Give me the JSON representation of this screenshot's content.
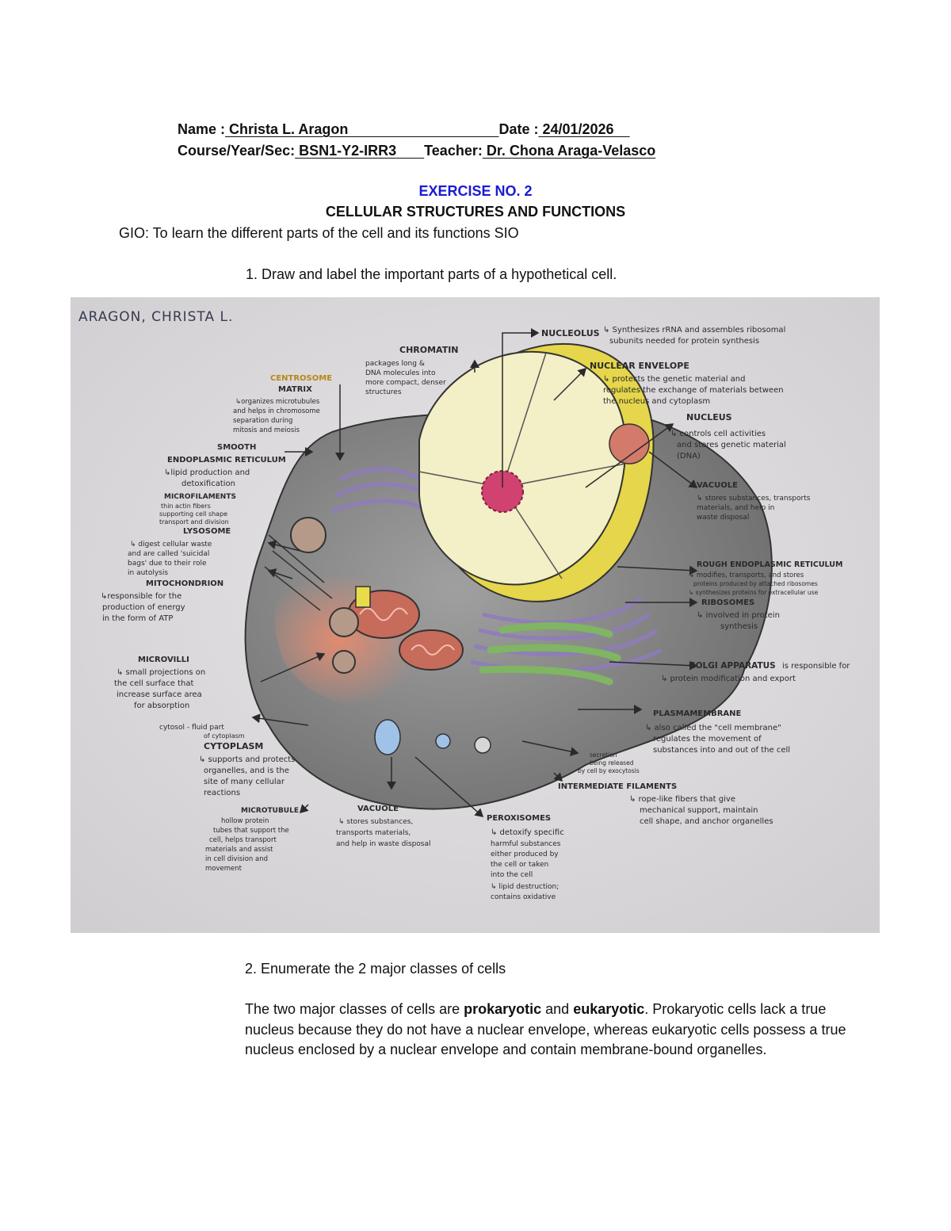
{
  "header": {
    "name_label": "Name :",
    "name_value": "Christa L. Aragon",
    "date_label": "Date :",
    "date_value": "24/01/2026",
    "course_label": "Course/Year/Sec:",
    "course_value": "BSN1-Y2-IRR3",
    "teacher_label": "Teacher:",
    "teacher_value": "Dr. Chona Araga-Velasco"
  },
  "exercise": {
    "number": "EXERCISE NO. 2",
    "title": "CELLULAR STRUCTURES AND FUNCTIONS",
    "gio": "GIO: To learn the different parts of the cell and its functions SIO",
    "q1": "1. Draw and label the important parts of a hypothetical cell.",
    "q2": "2. Enumerate the 2 major classes of cells"
  },
  "answer": {
    "part1": "The two major classes of cells are ",
    "bold1": "prokaryotic",
    "part2": " and ",
    "bold2": "eukaryotic",
    "part3": ". Prokaryotic cells lack a true nucleus because they do not have a nuclear envelope, whereas eukaryotic cells possess a true nucleus enclosed by a nuclear envelope and contain membrane-bound organelles."
  },
  "drawing": {
    "author": "ARAGON, CHRISTA L.",
    "colors": {
      "paper": "#dedcdf",
      "cytoplasm": "#8a8a8a",
      "nucleus": "#f3efc6",
      "nucleolus": "#d0426f",
      "envelope": "#e6d34c",
      "er": "#9b86c8",
      "golgi": "#86b86a",
      "mito": "#c76b5a",
      "vacuole": "#9fc2e6"
    },
    "labels": {
      "nucleolus": {
        "title": "NUCLEOLUS",
        "desc1": "↳ Synthesizes rRNA and assembles ribosomal",
        "desc2": "subunits needed for protein synthesis"
      },
      "chromatin": {
        "title": "CHROMATIN",
        "desc1": "packages long &",
        "desc2": "DNA molecules into",
        "desc3": "more compact, denser",
        "desc4": "structures"
      },
      "nuclear_envelope": {
        "title": "NUCLEAR ENVELOPE",
        "desc1": "↳ protects the genetic material and",
        "desc2": "regulates the exchange of materials between",
        "desc3": "the nucleus and cytoplasm"
      },
      "nucleus": {
        "title": "NUCLEUS",
        "desc1": "↳ controls cell activities",
        "desc2": "and stores genetic material",
        "desc3": "(DNA)"
      },
      "vacuole_right": {
        "title": "VACUOLE",
        "desc1": "↳ stores substances, transports",
        "desc2": "materials, and help in",
        "desc3": "waste disposal"
      },
      "centrosome": {
        "title1": "CENTROSOME",
        "title2": "MATRIX",
        "desc1": "↳organizes microtubules",
        "desc2": "and helps in chromosome",
        "desc3": "separation during",
        "desc4": "mitosis and meiosis"
      },
      "smooth_er": {
        "title1": "SMOOTH",
        "title2": "ENDOPLASMIC RETICULUM",
        "desc1": "↳lipid production and",
        "desc2": "detoxification"
      },
      "microfilaments": {
        "title": "MICROFILAMENTS",
        "desc1": "thin actin fibers",
        "desc2": "supporting cell shape",
        "desc3": "transport and division"
      },
      "lysosome": {
        "title": "LYSOSOME",
        "desc1": "↳ digest cellular waste",
        "desc2": "and are called 'suicidal",
        "desc3": "bags' due to their role",
        "desc4": "in autolysis"
      },
      "mitochondrion": {
        "title": "MITOCHONDRION",
        "desc1": "↳responsible for the",
        "desc2": "production of energy",
        "desc3": "in the form of ATP"
      },
      "rough_er": {
        "title": "ROUGH ENDOPLASMIC RETICULUM",
        "desc1": "↳ modifies, transports, and stores",
        "desc2": "proteins produced by attached ribosomes",
        "desc3": "↳ synthesizes proteins for extracellular use"
      },
      "ribosomes": {
        "title": "RIBOSOMES",
        "desc1": "↳ involved in protein",
        "desc2": "synthesis"
      },
      "microvilli": {
        "title": "MICROVILLI",
        "desc1": "↳ small projections on",
        "desc2": "the cell surface that",
        "desc3": "increase surface area",
        "desc4": "for absorption"
      },
      "golgi": {
        "title": "GOLGI APPARATUS",
        "desc0": "is responsible for",
        "desc1": "↳ protein modification and export"
      },
      "cytosol": {
        "desc1": "cytosol - fluid part",
        "desc2": "of cytoplasm"
      },
      "cytoplasm": {
        "title": "CYTOPLASM",
        "desc1": "↳ supports and protects",
        "desc2": "organelles, and is the",
        "desc3": "site of many cellular",
        "desc4": "reactions"
      },
      "plasma_membrane": {
        "title": "PLASMAMEMBRANE",
        "desc1": "↳ also called the \"cell membrane\"",
        "desc2": "regulates the movement of",
        "desc3": "substances into and out of the cell"
      },
      "secretion": {
        "desc1": "secretion",
        "desc2": "being released",
        "desc3": "by cell by exocytosis"
      },
      "intermediate": {
        "title": "INTERMEDIATE FILAMENTS",
        "desc1": "↳ rope-like fibers that give",
        "desc2": "mechanical support, maintain",
        "desc3": "cell shape, and anchor organelles"
      },
      "microtubule": {
        "title": "MICROTUBULE",
        "desc1": "hollow protein",
        "desc2": "tubes that support the",
        "desc3": "cell, helps transport",
        "desc4": "materials and assist",
        "desc5": "in cell division and",
        "desc6": "movement"
      },
      "vacuole_bottom": {
        "title": "VACUOLE",
        "desc1": "↳ stores substances,",
        "desc2": "transports materials,",
        "desc3": "and help in waste disposal"
      },
      "peroxisomes": {
        "title": "PEROXISOMES",
        "desc1": "↳ detoxify specific",
        "desc2": "harmful substances",
        "desc3": "either produced by",
        "desc4": "the cell or taken",
        "desc5": "into the cell",
        "desc6": "↳ lipid destruction;",
        "desc7": "contains oxidative"
      }
    }
  }
}
